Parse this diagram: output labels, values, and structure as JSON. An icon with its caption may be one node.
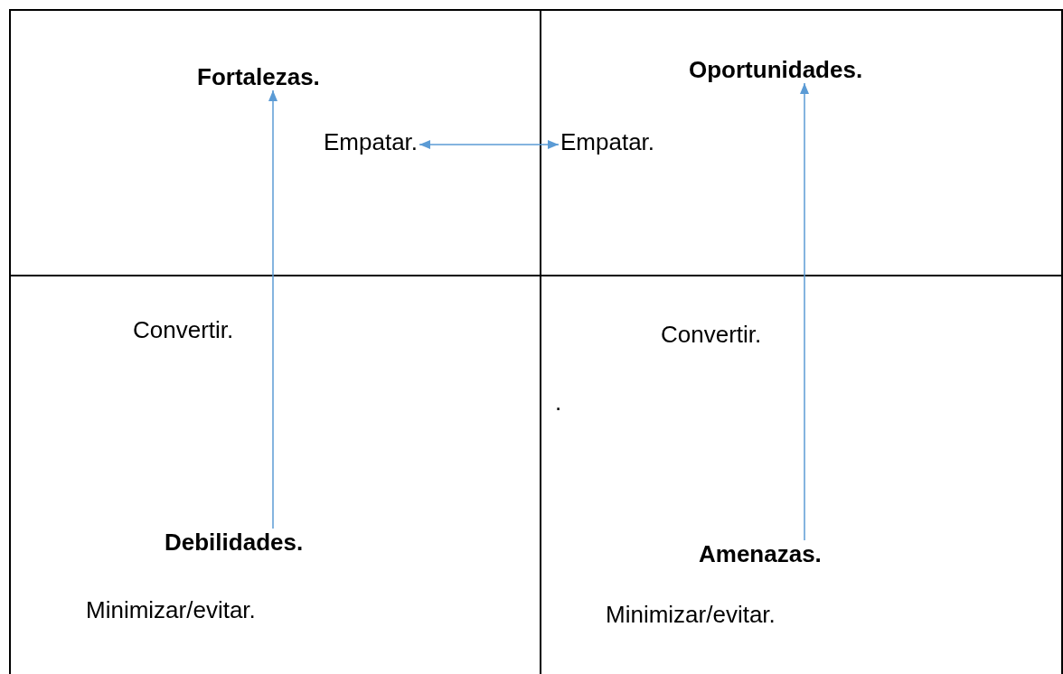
{
  "diagram": {
    "nodes": [
      {
        "text": [],
        "shape": "box"
      },
      {
        "text": [
          "Fortalezas."
        ],
        "in": 0
      },
      {
        "text": [
          "Empatar."
        ],
        "in": 0
      },
      {
        "text": [],
        "shape": "box"
      },
      {
        "text": [
          "Oportunidades."
        ],
        "in": 3
      },
      {
        "text": [
          "Empatar."
        ],
        "in": 3
      },
      {
        "text": [
          "Convertir.",
          "Minimizar/evitar."
        ]
      },
      {
        "text": [
          "Debilidades."
        ],
        "in": 6
      },
      {
        "text": [
          "Convertir.",
          ".",
          "Minimizar/evitar."
        ]
      },
      {
        "text": [
          "Amenazas."
        ],
        "in": 8
      }
    ],
    "edges": [
      {
        "from": 2,
        "to": 5,
        "arrow": "both"
      },
      {
        "from": 7,
        "to": 1,
        "arrow": "to"
      },
      {
        "from": 9,
        "to": 4,
        "arrow": "to"
      }
    ]
  }
}
